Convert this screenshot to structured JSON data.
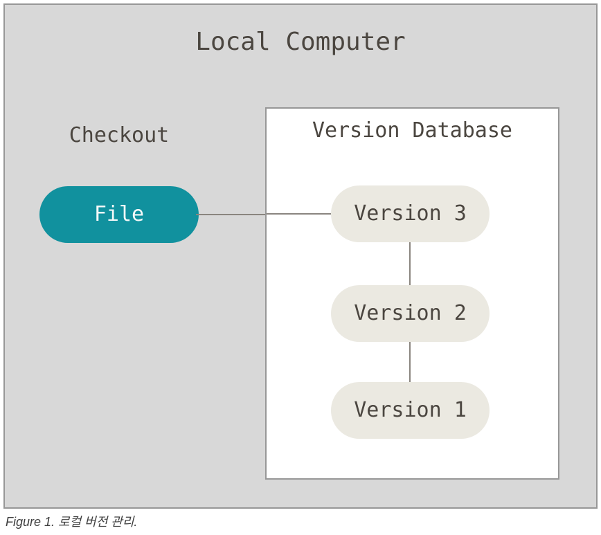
{
  "diagram": {
    "title": "Local Computer",
    "checkout_label": "Checkout",
    "file_node": "File",
    "version_database": {
      "title": "Version Database",
      "nodes": [
        "Version 3",
        "Version 2",
        "Version 1"
      ]
    }
  },
  "caption": "Figure 1. 로컬 버전 관리.",
  "colors": {
    "panel_background": "#d8d8d8",
    "panel_border": "#979797",
    "accent_teal": "#11919e",
    "version_node_fill": "#ebe9e1",
    "connector_line": "#8a857f",
    "label_text": "#4b4640",
    "file_text": "#f4f8f8",
    "caption_text": "#3e3e3e"
  }
}
